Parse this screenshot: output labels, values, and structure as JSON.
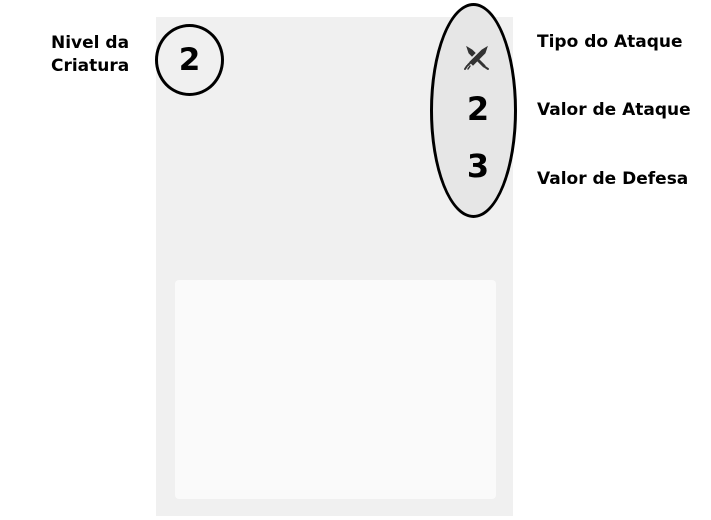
{
  "card": {
    "level": "2",
    "attack_value": "2",
    "defense_value": "3",
    "attack_type_icon": "crossed-swords-icon"
  },
  "labels": {
    "level_line1": "Nivel da",
    "level_line2": "Criatura",
    "attack_type": "Tipo do Ataque",
    "attack_value": "Valor de Ataque",
    "defense_value": "Valor de Defesa"
  }
}
